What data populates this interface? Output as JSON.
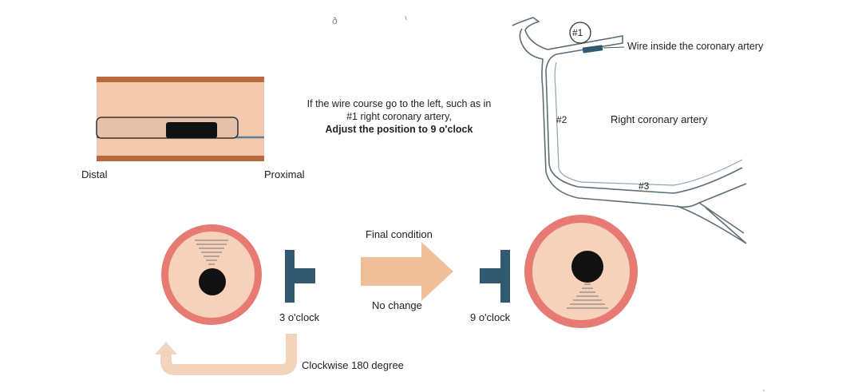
{
  "labels": {
    "distal": "Distal",
    "proximal": "Proximal",
    "instruction_line1": "If the wire course go to the left, such as in",
    "instruction_line2": "#1 right coronary artery,",
    "instruction_line3": "Adjust the position to 9 o'clock",
    "marker_1": "#1",
    "marker_2": "#2",
    "marker_3": "#3",
    "wire_inside": "Wire inside the coronary artery",
    "right_coronary": "Right coronary artery",
    "final_condition": "Final condition",
    "no_change": "No change",
    "three_oclock": "3 o'clock",
    "nine_oclock": "9 o'clock",
    "clockwise": "Clockwise 180 degree"
  },
  "colors": {
    "vessel_wall": "#b86a3c",
    "vessel_tissue": "#f2c9ad",
    "catheter_fill": "#e7c2ab",
    "probe": "#111111",
    "wire": "#5d7f95",
    "ring_outer": "#e77a72",
    "ring_inner": "#f6d2bb",
    "t_marker": "#31596f",
    "arrow": "#efbf99",
    "return_arrow": "#f3d3bc",
    "artery_stroke": "#5f6e75",
    "artery_fill": "#f4f8fb"
  }
}
